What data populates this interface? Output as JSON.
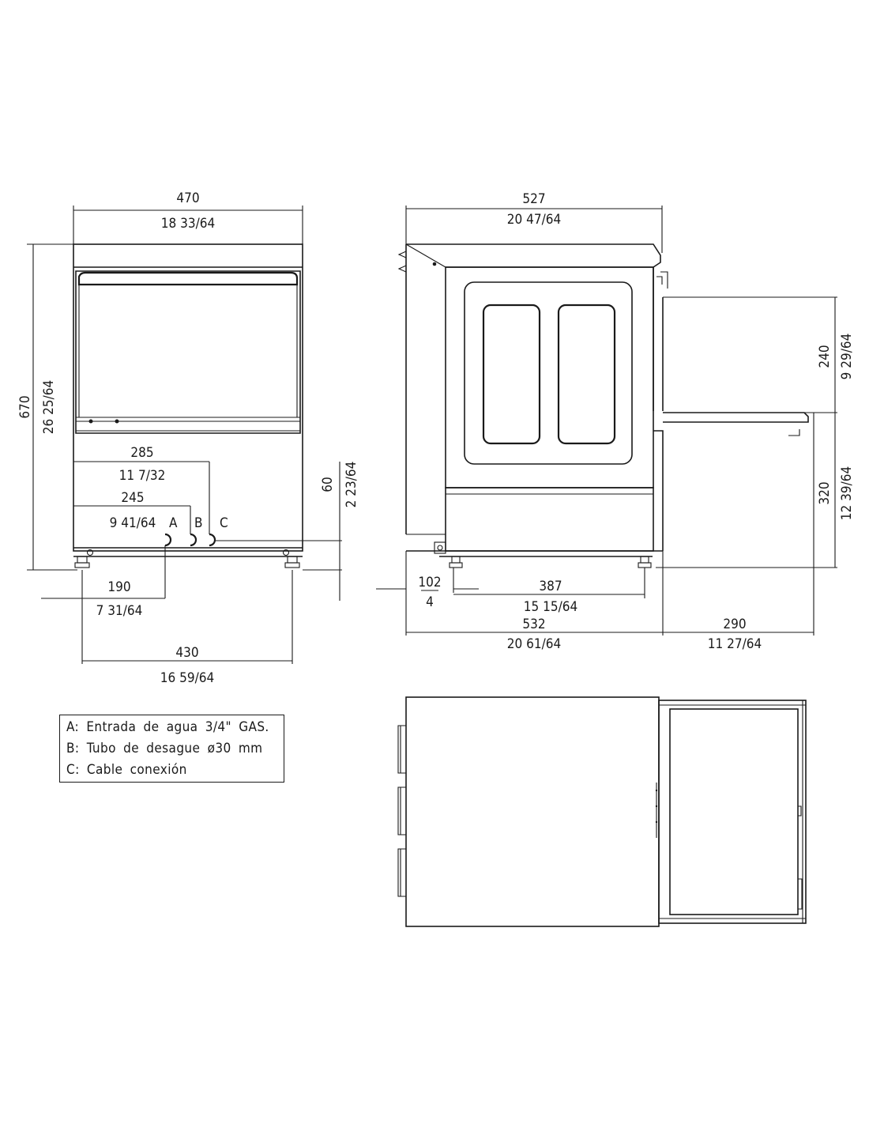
{
  "front_view": {
    "width_mm": "470",
    "width_in": "18 33/64",
    "height_mm": "670",
    "height_in": "26 25/64",
    "dim_285_mm": "285",
    "dim_285_in": "11 7/32",
    "dim_245_mm": "245",
    "dim_245_in": "9 41/64",
    "dim_60_mm": "60",
    "dim_60_in": "2 23/64",
    "dim_190_mm": "190",
    "dim_190_in": "7 31/64",
    "dim_430_mm": "430",
    "dim_430_in": "16 59/64",
    "conn_a": "A",
    "conn_b": "B",
    "conn_c": "C"
  },
  "side_view": {
    "depth_mm": "527",
    "depth_in": "20 47/64",
    "dim_240_mm": "240",
    "dim_240_in": "9 29/64",
    "dim_320_mm": "320",
    "dim_320_in": "12 39/64",
    "dim_102_mm": "102",
    "dim_102_in": "4",
    "dim_387_mm": "387",
    "dim_387_in": "15 15/64",
    "dim_532_mm": "532",
    "dim_532_in": "20 61/64",
    "dim_290_mm": "290",
    "dim_290_in": "11 27/64"
  },
  "legend": {
    "line_a": "A: Entrada de agua 3/4\" GAS.",
    "line_b": "B: Tubo de desague ø30 mm",
    "line_c": "C: Cable conexión"
  }
}
